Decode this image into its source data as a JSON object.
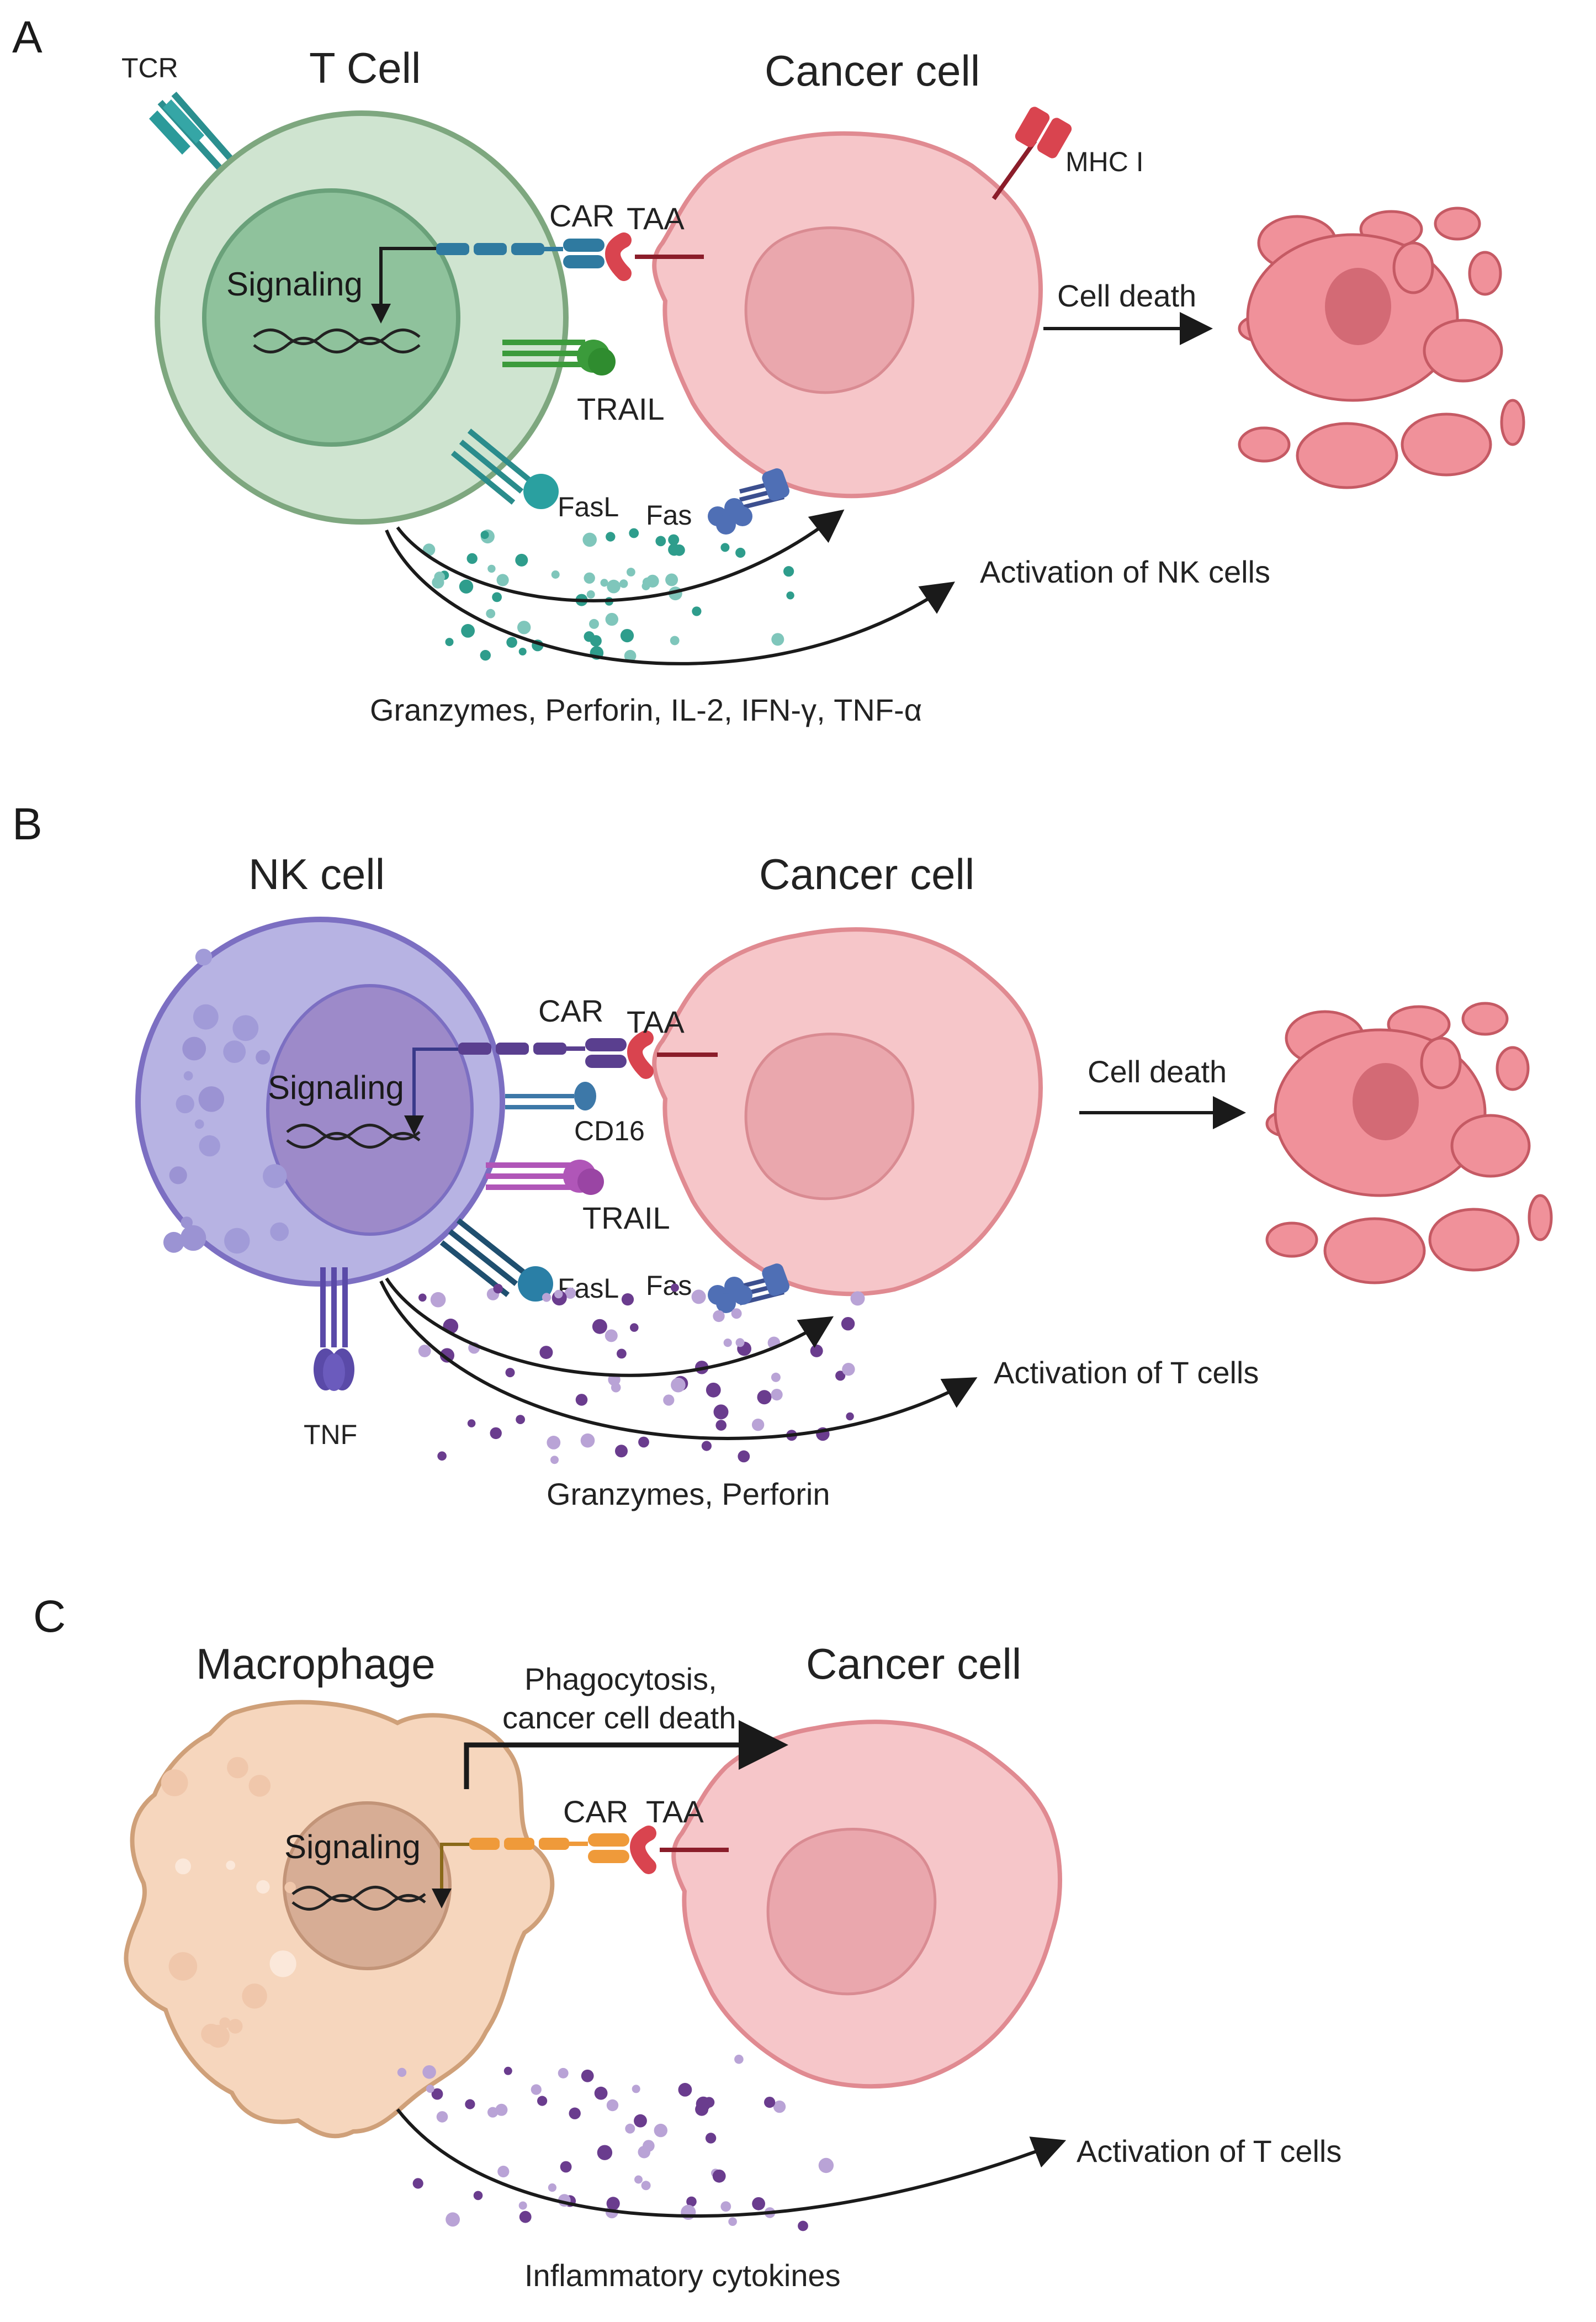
{
  "colors": {
    "cancer_fill": "#f6c6c9",
    "cancer_stroke": "#e08a91",
    "cancer_nucleus": "#eaa8ad",
    "dead_fill": "#f0919a",
    "dead_stroke": "#c55a64",
    "tcell_outer": "#cde3cf",
    "tcell_stroke": "#7fa87f",
    "tcell_nucleus": "#8fc39d",
    "nk_outer": "#b6b2e3",
    "nk_stroke": "#7c6fc2",
    "nk_nucleus": "#9d8ac9",
    "macro_fill": "#f6d6bd",
    "macro_stroke": "#cfa079",
    "macro_nucleus": "#d7ad95",
    "car_t": "#2f7aa0",
    "car_nk": "#5a3f8f",
    "car_macro": "#ef9a3a",
    "taa": "#d9444f",
    "trail_t": "#3b9b3b",
    "trail_nk": "#b056b8",
    "fasl": "#2a8c8c",
    "fas": "#4f6fb5",
    "granule_t": "#2e9d8c",
    "granule_nk": "#6a3c8e"
  },
  "panels": {
    "a": {
      "letter": "A",
      "t_cell_title": "T Cell",
      "cancer_title": "Cancer cell",
      "tcr": "TCR",
      "mhc": "MHC I",
      "car": "CAR",
      "taa": "TAA",
      "signaling": "Signaling",
      "trail": "TRAIL",
      "fasl": "FasL",
      "fas": "Fas",
      "cell_death": "Cell death",
      "activation": "Activation of NK cells",
      "secreted": "Granzymes, Perforin, IL-2, IFN-γ, TNF-α"
    },
    "b": {
      "letter": "B",
      "nk_title": "NK cell",
      "cancer_title": "Cancer cell",
      "car": "CAR",
      "taa": "TAA",
      "signaling": "Signaling",
      "cd16": "CD16",
      "trail": "TRAIL",
      "fasl": "FasL",
      "fas": "Fas",
      "tnf": "TNF",
      "cell_death": "Cell death",
      "activation": "Activation of T cells",
      "secreted": "Granzymes, Perforin"
    },
    "c": {
      "letter": "C",
      "macro_title": "Macrophage",
      "cancer_title": "Cancer cell",
      "phago_line1": "Phagocytosis,",
      "phago_line2": "cancer cell death",
      "car": "CAR",
      "taa": "TAA",
      "signaling": "Signaling",
      "activation": "Activation of T cells",
      "secreted": "Inflammatory cytokines"
    }
  }
}
